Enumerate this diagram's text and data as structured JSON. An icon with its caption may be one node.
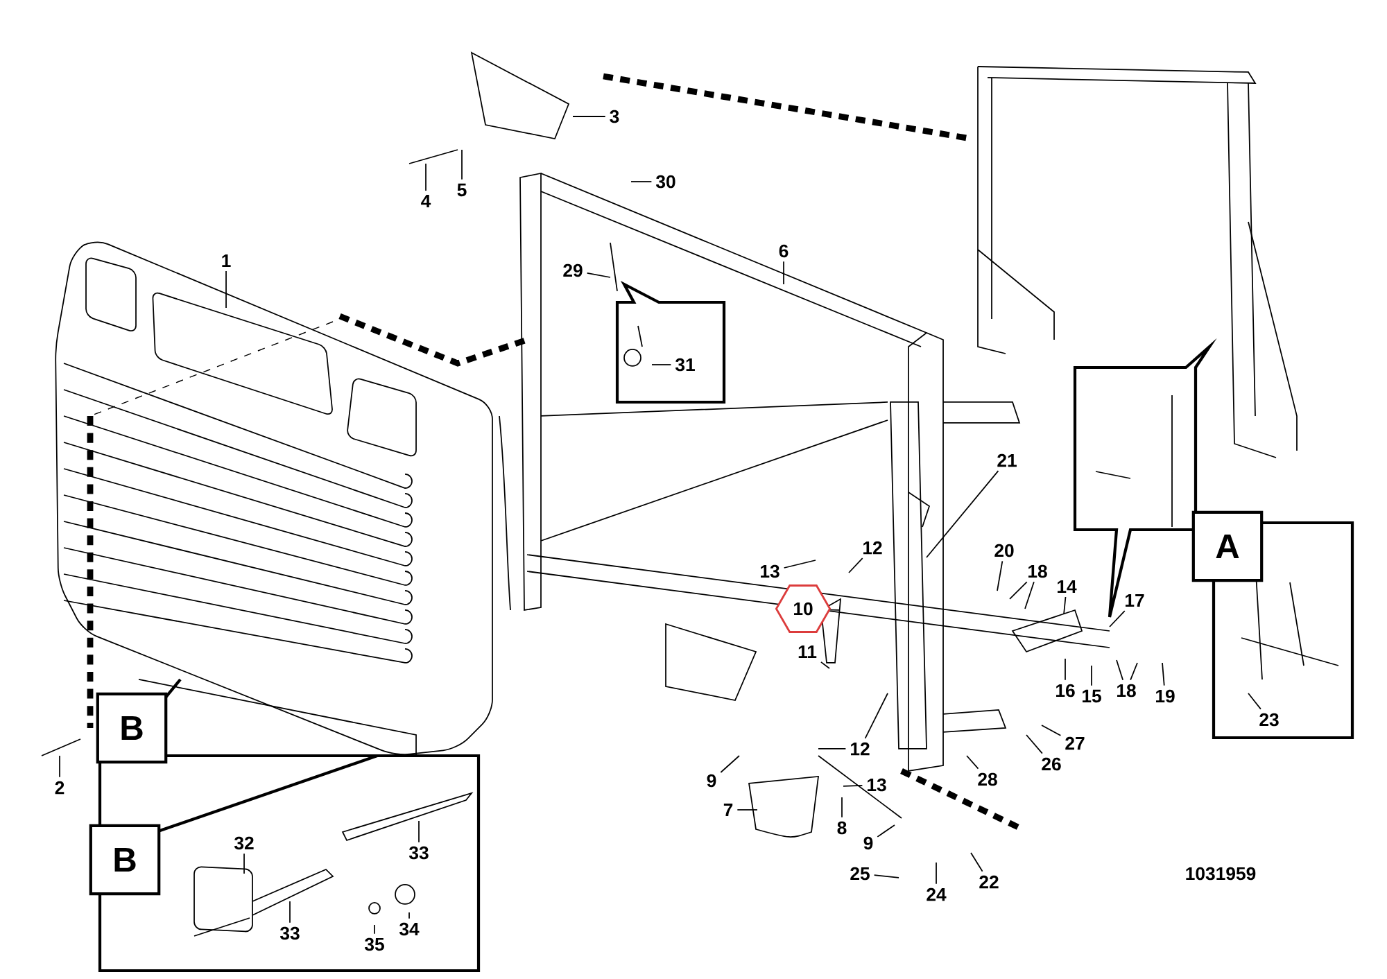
{
  "diagram": {
    "nodes": [
      {
        "text": [
          "1"
        ]
      },
      {
        "text": [
          "2"
        ]
      },
      {
        "text": [
          "3"
        ]
      },
      {
        "text": [
          "4"
        ]
      },
      {
        "text": [
          "5"
        ]
      },
      {
        "text": [
          "6"
        ]
      },
      {
        "text": [
          "7"
        ]
      },
      {
        "text": [
          "8"
        ]
      },
      {
        "text": [
          "9"
        ]
      },
      {
        "text": [
          "9"
        ]
      },
      {
        "text": [
          "10"
        ]
      },
      {
        "text": [
          "11"
        ]
      },
      {
        "text": [
          "12"
        ]
      },
      {
        "text": [
          "12"
        ]
      },
      {
        "text": [
          "13"
        ]
      },
      {
        "text": [
          "13"
        ]
      },
      {
        "text": [
          "14"
        ]
      },
      {
        "text": [
          "15"
        ]
      },
      {
        "text": [
          "16"
        ]
      },
      {
        "text": [
          "17"
        ]
      },
      {
        "text": [
          "18"
        ]
      },
      {
        "text": [
          "18"
        ]
      },
      {
        "text": [
          "19"
        ]
      },
      {
        "text": [
          "20"
        ]
      },
      {
        "text": [
          "21"
        ]
      },
      {
        "text": [
          "22"
        ]
      },
      {
        "text": [
          "23"
        ]
      },
      {
        "text": [
          "24"
        ]
      },
      {
        "text": [
          "25"
        ]
      },
      {
        "text": [
          "26"
        ]
      },
      {
        "text": [
          "27"
        ]
      },
      {
        "text": [
          "28"
        ]
      },
      {
        "text": [
          "29"
        ]
      },
      {
        "text": [
          "30"
        ]
      },
      {
        "text": [
          "31"
        ]
      },
      {
        "text": [
          "32"
        ]
      },
      {
        "text": [
          "33"
        ]
      },
      {
        "text": [
          "33"
        ]
      },
      {
        "text": [
          "34"
        ]
      },
      {
        "text": [
          "35"
        ]
      }
    ],
    "edges": [
      {
        "from": 0,
        "to": null,
        "arrow": "none"
      },
      {
        "from": 1,
        "to": null,
        "arrow": "none"
      },
      {
        "from": 2,
        "to": null,
        "arrow": "none"
      },
      {
        "from": 3,
        "to": null,
        "arrow": "none"
      },
      {
        "from": 4,
        "to": null,
        "arrow": "none"
      },
      {
        "from": 5,
        "to": null,
        "arrow": "none"
      },
      {
        "from": 6,
        "to": null,
        "arrow": "none"
      },
      {
        "from": 7,
        "to": null,
        "arrow": "none"
      },
      {
        "from": 8,
        "to": null,
        "arrow": "none"
      },
      {
        "from": 9,
        "to": null,
        "arrow": "none"
      },
      {
        "from": 10,
        "to": null,
        "arrow": "none"
      },
      {
        "from": 11,
        "to": null,
        "arrow": "none"
      },
      {
        "from": 12,
        "to": null,
        "arrow": "none"
      },
      {
        "from": 13,
        "to": null,
        "arrow": "none"
      },
      {
        "from": 13,
        "to": null,
        "arrow": "none"
      },
      {
        "from": 14,
        "to": null,
        "arrow": "none"
      },
      {
        "from": 15,
        "to": null,
        "arrow": "none"
      },
      {
        "from": 16,
        "to": null,
        "arrow": "none"
      },
      {
        "from": 17,
        "to": null,
        "arrow": "none"
      },
      {
        "from": 18,
        "to": null,
        "arrow": "none"
      },
      {
        "from": 19,
        "to": null,
        "arrow": "none"
      },
      {
        "from": 20,
        "to": null,
        "arrow": "none"
      },
      {
        "from": 20,
        "to": null,
        "arrow": "none"
      },
      {
        "from": 21,
        "to": null,
        "arrow": "none"
      },
      {
        "from": 21,
        "to": null,
        "arrow": "none"
      },
      {
        "from": 22,
        "to": null,
        "arrow": "none"
      },
      {
        "from": 23,
        "to": null,
        "arrow": "none"
      },
      {
        "from": 24,
        "to": null,
        "arrow": "none"
      },
      {
        "from": 25,
        "to": null,
        "arrow": "none"
      },
      {
        "from": 26,
        "to": null,
        "arrow": "none"
      },
      {
        "from": 27,
        "to": null,
        "arrow": "none"
      },
      {
        "from": 28,
        "to": null,
        "arrow": "none"
      },
      {
        "from": 29,
        "to": null,
        "arrow": "none"
      },
      {
        "from": 30,
        "to": null,
        "arrow": "none"
      },
      {
        "from": 31,
        "to": null,
        "arrow": "none"
      },
      {
        "from": 32,
        "to": null,
        "arrow": "none"
      },
      {
        "from": 33,
        "to": null,
        "arrow": "none"
      },
      {
        "from": 34,
        "to": null,
        "arrow": "none"
      },
      {
        "from": 35,
        "to": null,
        "arrow": "none"
      },
      {
        "from": 36,
        "to": null,
        "arrow": "none"
      },
      {
        "from": 37,
        "to": null,
        "arrow": "none"
      },
      {
        "from": 38,
        "to": null,
        "arrow": "none"
      },
      {
        "from": 39,
        "to": null,
        "arrow": "none"
      }
    ],
    "labels": [
      "A",
      "B",
      "B",
      "1031959"
    ]
  }
}
